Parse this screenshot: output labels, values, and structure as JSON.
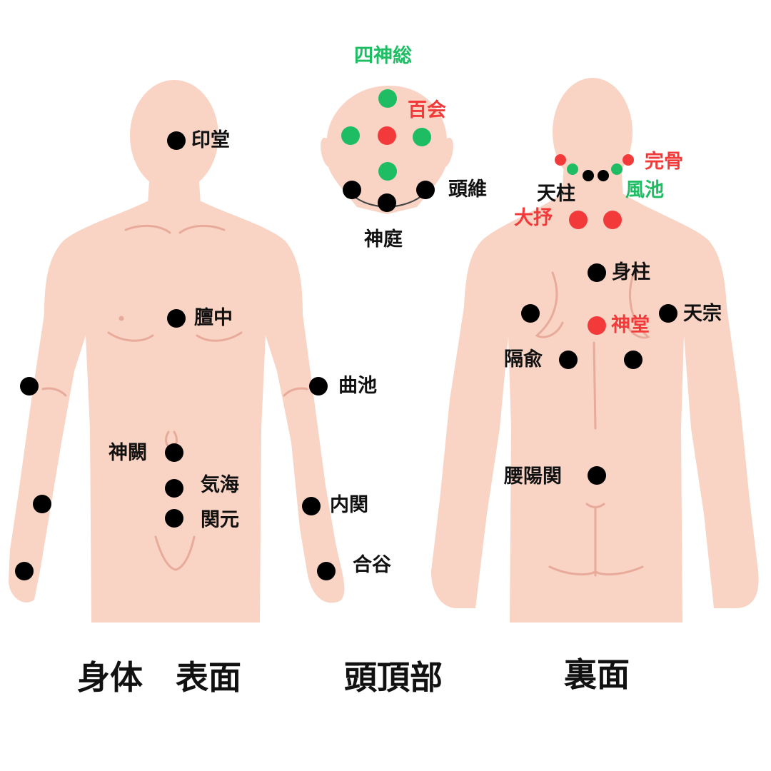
{
  "colors": {
    "skin": "#f9d3c4",
    "skin_line": "#e8ab9b",
    "point_black": "#000000",
    "point_red": "#f23a3a",
    "point_green": "#1ebd64",
    "label_black": "#111111"
  },
  "captions": {
    "front": "身体　表面",
    "top": "頭頂部",
    "back": "裏面"
  },
  "front_labels": {
    "indo": "印堂",
    "danchu": "膻中",
    "kyokuchi": "曲池",
    "shinketsu": "神闕",
    "kikai": "気海",
    "kangen": "関元",
    "naikan": "内関",
    "goukoku": "合谷"
  },
  "top_labels": {
    "shishinsou": "四神総",
    "hyakue": "百会",
    "zui": "頭維",
    "shintei": "神庭"
  },
  "back_labels": {
    "kankotsu": "完骨",
    "tenchu": "天柱",
    "fuuchi": "風池",
    "daijo": "大抒",
    "shinchu": "身柱",
    "tensou": "天宗",
    "shindou": "神堂",
    "kakuyu": "隔兪",
    "youyoukan": "腰陽関"
  }
}
